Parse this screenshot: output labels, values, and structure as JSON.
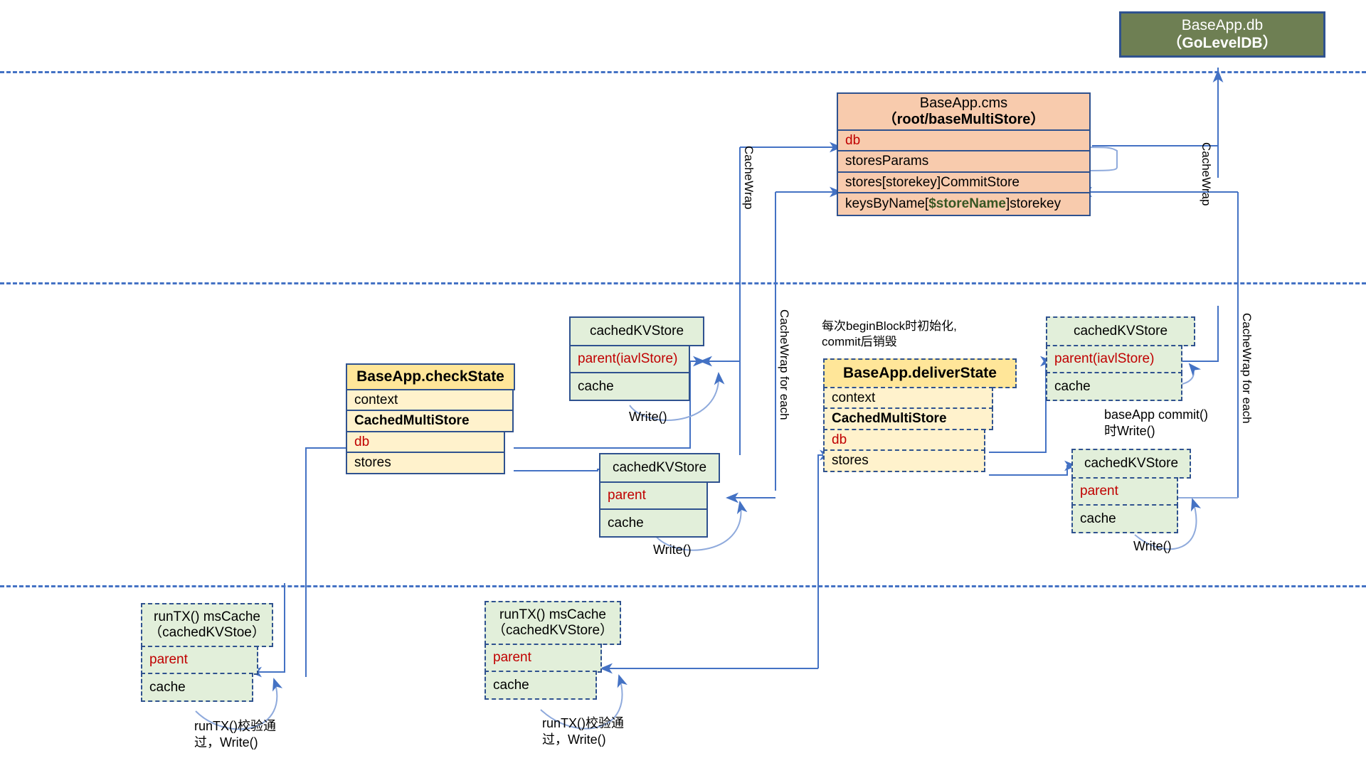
{
  "diagram": {
    "title": "Cosmos SDK BaseApp store cache-wrap layering",
    "colors": {
      "db_box": "#6E7F53",
      "cms_box": "#F8CBAD",
      "state_header": "#FFE699",
      "state_field": "#FFF2CC",
      "kvstore": "#E2EFDA",
      "border": "#2F528F",
      "arrow": "#4472C4",
      "accent_red": "#C00000",
      "accent_green": "#375623"
    },
    "separators": [
      100,
      397,
      823
    ]
  },
  "baseapp_db": {
    "line1": "BaseApp.db",
    "line2": "（GoLevelDB）"
  },
  "baseapp_cms": {
    "title_line1": "BaseApp.cms",
    "title_line2": "（root/baseMultiStore）",
    "fields": [
      {
        "label": "db",
        "style": "red"
      },
      {
        "label": "storesParams",
        "style": "plain"
      },
      {
        "label": "stores[storekey]CommitStore",
        "style": "plain"
      },
      {
        "label": "keysByName[",
        "mid": "$storeName",
        "tail": "]storekey",
        "style": "mixed"
      }
    ]
  },
  "check_state": {
    "header": "BaseApp.checkState",
    "fields": [
      {
        "label": "context",
        "style": "plain"
      },
      {
        "label": "CachedMultiStore",
        "style": "bold"
      },
      {
        "label": "db",
        "style": "red"
      },
      {
        "label": "stores",
        "style": "plain"
      }
    ]
  },
  "deliver_state": {
    "note": "每次beginBlock时初始化,\ncommit后销毁",
    "header": "BaseApp.deliverState",
    "fields": [
      {
        "label": "context",
        "style": "plain"
      },
      {
        "label": "CachedMultiStore",
        "style": "bold"
      },
      {
        "label": "db",
        "style": "red"
      },
      {
        "label": "stores",
        "style": "plain"
      }
    ]
  },
  "kv_check_top": {
    "title": "cachedKVStore",
    "parent": "parent(iavlStore)",
    "cache": "cache",
    "write_label": "Write()"
  },
  "kv_check_bottom": {
    "title": "cachedKVStore",
    "parent": "parent",
    "cache": "cache",
    "write_label": "Write()"
  },
  "kv_deliver_top": {
    "title": "cachedKVStore",
    "parent": "parent(iavlStore)",
    "cache": "cache",
    "write_label": "baseApp commit()\n时Write()"
  },
  "kv_deliver_bottom": {
    "title": "cachedKVStore",
    "parent": "parent",
    "cache": "cache",
    "write_label": "Write()"
  },
  "runtx_check": {
    "title": "runTX() msCache\n（cachedKVStoe）",
    "parent": "parent",
    "cache": "cache",
    "write_label": "runTX()校验通\n过，Write()"
  },
  "runtx_deliver": {
    "title": "runTX() msCache\n（cachedKVStore）",
    "parent": "parent",
    "cache": "cache",
    "write_label": "runTX()校验通\n过，Write()"
  },
  "edge_labels": {
    "cachewrap_left": "CacheWrap",
    "cachewrap_right": "CacheWrap",
    "cachewrap_each_left": "CacheWrap for each",
    "cachewrap_each_right": "CacheWrap for each"
  }
}
